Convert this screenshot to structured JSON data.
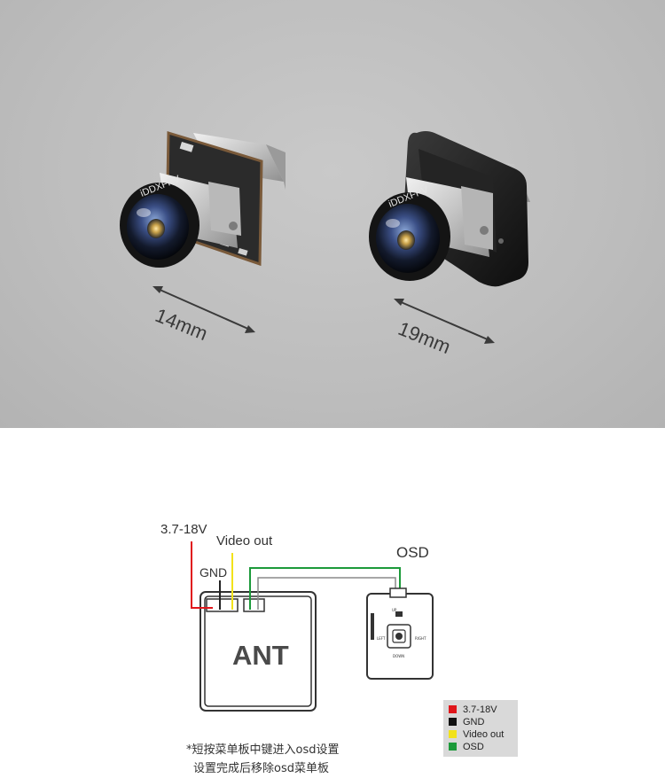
{
  "products": {
    "small": {
      "lens_brand": "iDDXFPV",
      "dimension": "14mm"
    },
    "large": {
      "lens_brand": "iDDXFPV",
      "dimension": "19mm"
    }
  },
  "wiring": {
    "labels": {
      "power": "3.7-18V",
      "video": "Video out",
      "gnd": "GND",
      "osd": "OSD",
      "module": "ANT"
    },
    "board_labels": {
      "up": "UP",
      "down": "DOWN",
      "left": "LEFT",
      "right": "RIGHT"
    },
    "legend": [
      {
        "label": "3.7-18V",
        "color": "#e0161b"
      },
      {
        "label": "GND",
        "color": "#111111"
      },
      {
        "label": "Video out",
        "color": "#f2e21a"
      },
      {
        "label": "OSD",
        "color": "#1c9a3a"
      }
    ],
    "note_line1": "*短按菜单板中键进入osd设置",
    "note_line2": "设置完成后移除osd菜单板"
  },
  "colors": {
    "panel_bg": "#bdbdbd",
    "wire_red": "#e0161b",
    "wire_yellow": "#f2e21a",
    "wire_green": "#1c9a3a"
  }
}
